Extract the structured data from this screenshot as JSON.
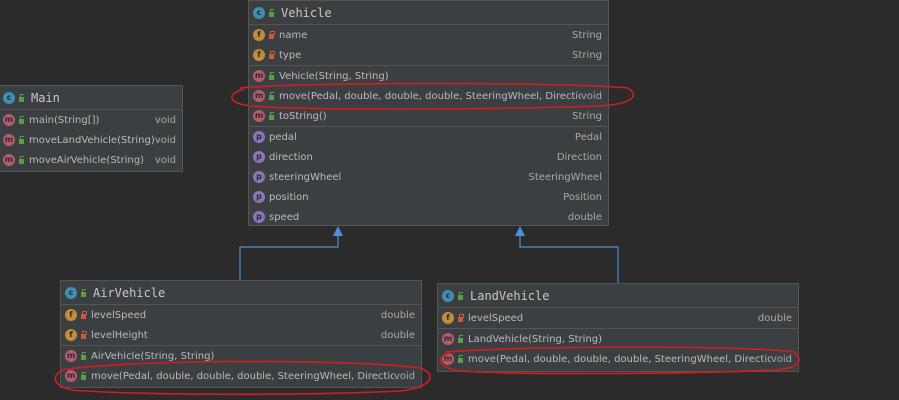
{
  "vehicle": {
    "title": "Vehicle",
    "fields": [
      {
        "name": "name",
        "type": "String"
      },
      {
        "name": "type",
        "type": "String"
      }
    ],
    "methods": [
      {
        "name": "Vehicle(String, String)",
        "type": ""
      },
      {
        "name": "move(Pedal, double, double, double, SteeringWheel, Direction)",
        "type": "void"
      },
      {
        "name": "toString()",
        "type": "String"
      }
    ],
    "properties": [
      {
        "name": "pedal",
        "type": "Pedal"
      },
      {
        "name": "direction",
        "type": "Direction"
      },
      {
        "name": "steeringWheel",
        "type": "SteeringWheel"
      },
      {
        "name": "position",
        "type": "Position"
      },
      {
        "name": "speed",
        "type": "double"
      }
    ]
  },
  "main": {
    "title": "Main",
    "methods": [
      {
        "name": "main(String[])",
        "type": "void"
      },
      {
        "name": "moveLandVehicle(String)",
        "type": "void"
      },
      {
        "name": "moveAirVehicle(String)",
        "type": "void"
      }
    ]
  },
  "air": {
    "title": "AirVehicle",
    "fields": [
      {
        "name": "levelSpeed",
        "type": "double"
      },
      {
        "name": "levelHeight",
        "type": "double"
      }
    ],
    "methods": [
      {
        "name": "AirVehicle(String, String)",
        "type": ""
      },
      {
        "name": "move(Pedal, double, double, double, SteeringWheel, Direction)",
        "type": "void"
      }
    ]
  },
  "land": {
    "title": "LandVehicle",
    "fields": [
      {
        "name": "levelSpeed",
        "type": "double"
      }
    ],
    "methods": [
      {
        "name": "LandVehicle(String, String)",
        "type": ""
      },
      {
        "name": "move(Pedal, double, double, double, SteeringWheel, Direction)",
        "type": "void"
      }
    ]
  },
  "icons": {
    "class": "c",
    "field": "f",
    "method": "m",
    "property": "p"
  },
  "colors": {
    "background": "#2b2b2b",
    "box": "#3c3f41",
    "arrow": "#4d8fd6",
    "annotation": "#d11f1f"
  }
}
